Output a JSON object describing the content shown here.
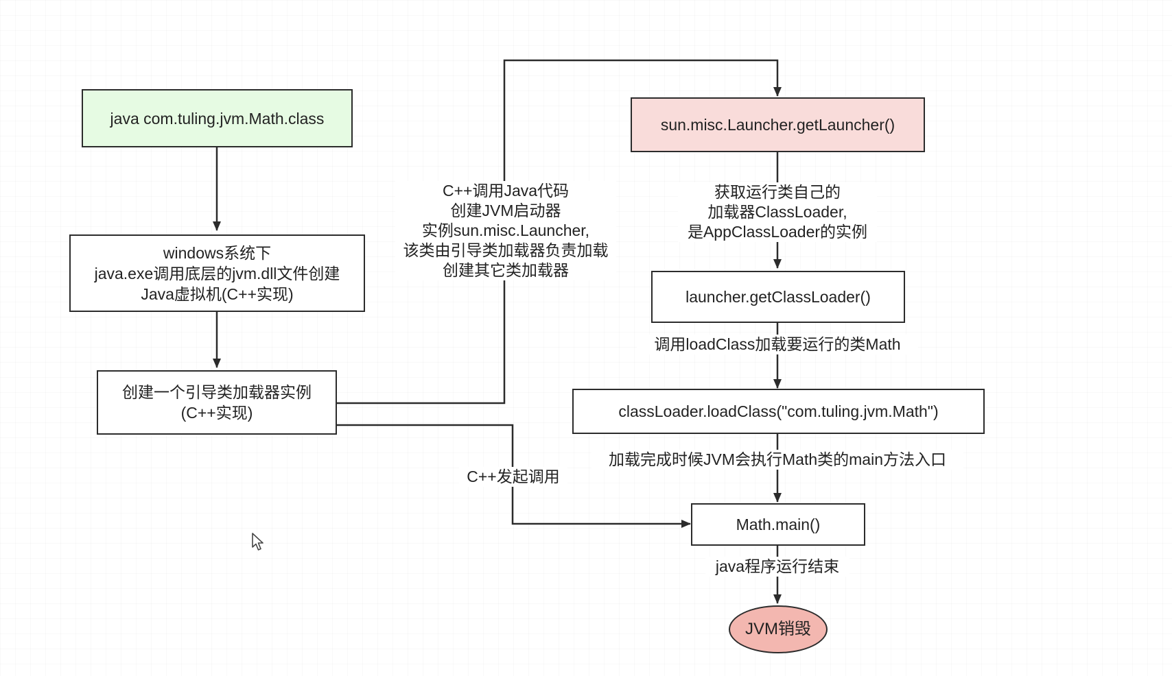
{
  "colors": {
    "line": "#2b2b2b",
    "start_fill": "#e6fbe3",
    "launcher_fill": "#f9dcda",
    "end_fill": "#f3b7b0",
    "plain_fill": "#ffffff"
  },
  "nodes": {
    "start": "java com.tuling.jvm.Math.class",
    "windows": "windows系统下\njava.exe调用底层的jvm.dll文件创建\nJava虚拟机(C++实现)",
    "bootstrap": "创建一个引导类加载器实例\n(C++实现)",
    "launcher": "sun.misc.Launcher.getLauncher()",
    "get_class_loader": "launcher.getClassLoader()",
    "load_class": "classLoader.loadClass(\"com.tuling.jvm.Math\")",
    "math_main": "Math.main()",
    "jvm_destroy": "JVM销毁"
  },
  "edge_labels": {
    "cpp_call_java": "C++调用Java代码\n创建JVM启动器\n实例sun.misc.Launcher,\n该类由引导类加载器负责加载\n创建其它类加载器",
    "get_loader": "获取运行类自己的\n加载器ClassLoader,\n是AppClassLoader的实例",
    "call_load_class": "调用loadClass加载要运行的类Math",
    "load_complete": "加载完成时候JVM会执行Math类的main方法入口",
    "cpp_invoke": "C++发起调用",
    "program_end": "java程序运行结束"
  },
  "icons": {
    "cursor": "mouse-pointer-icon"
  }
}
